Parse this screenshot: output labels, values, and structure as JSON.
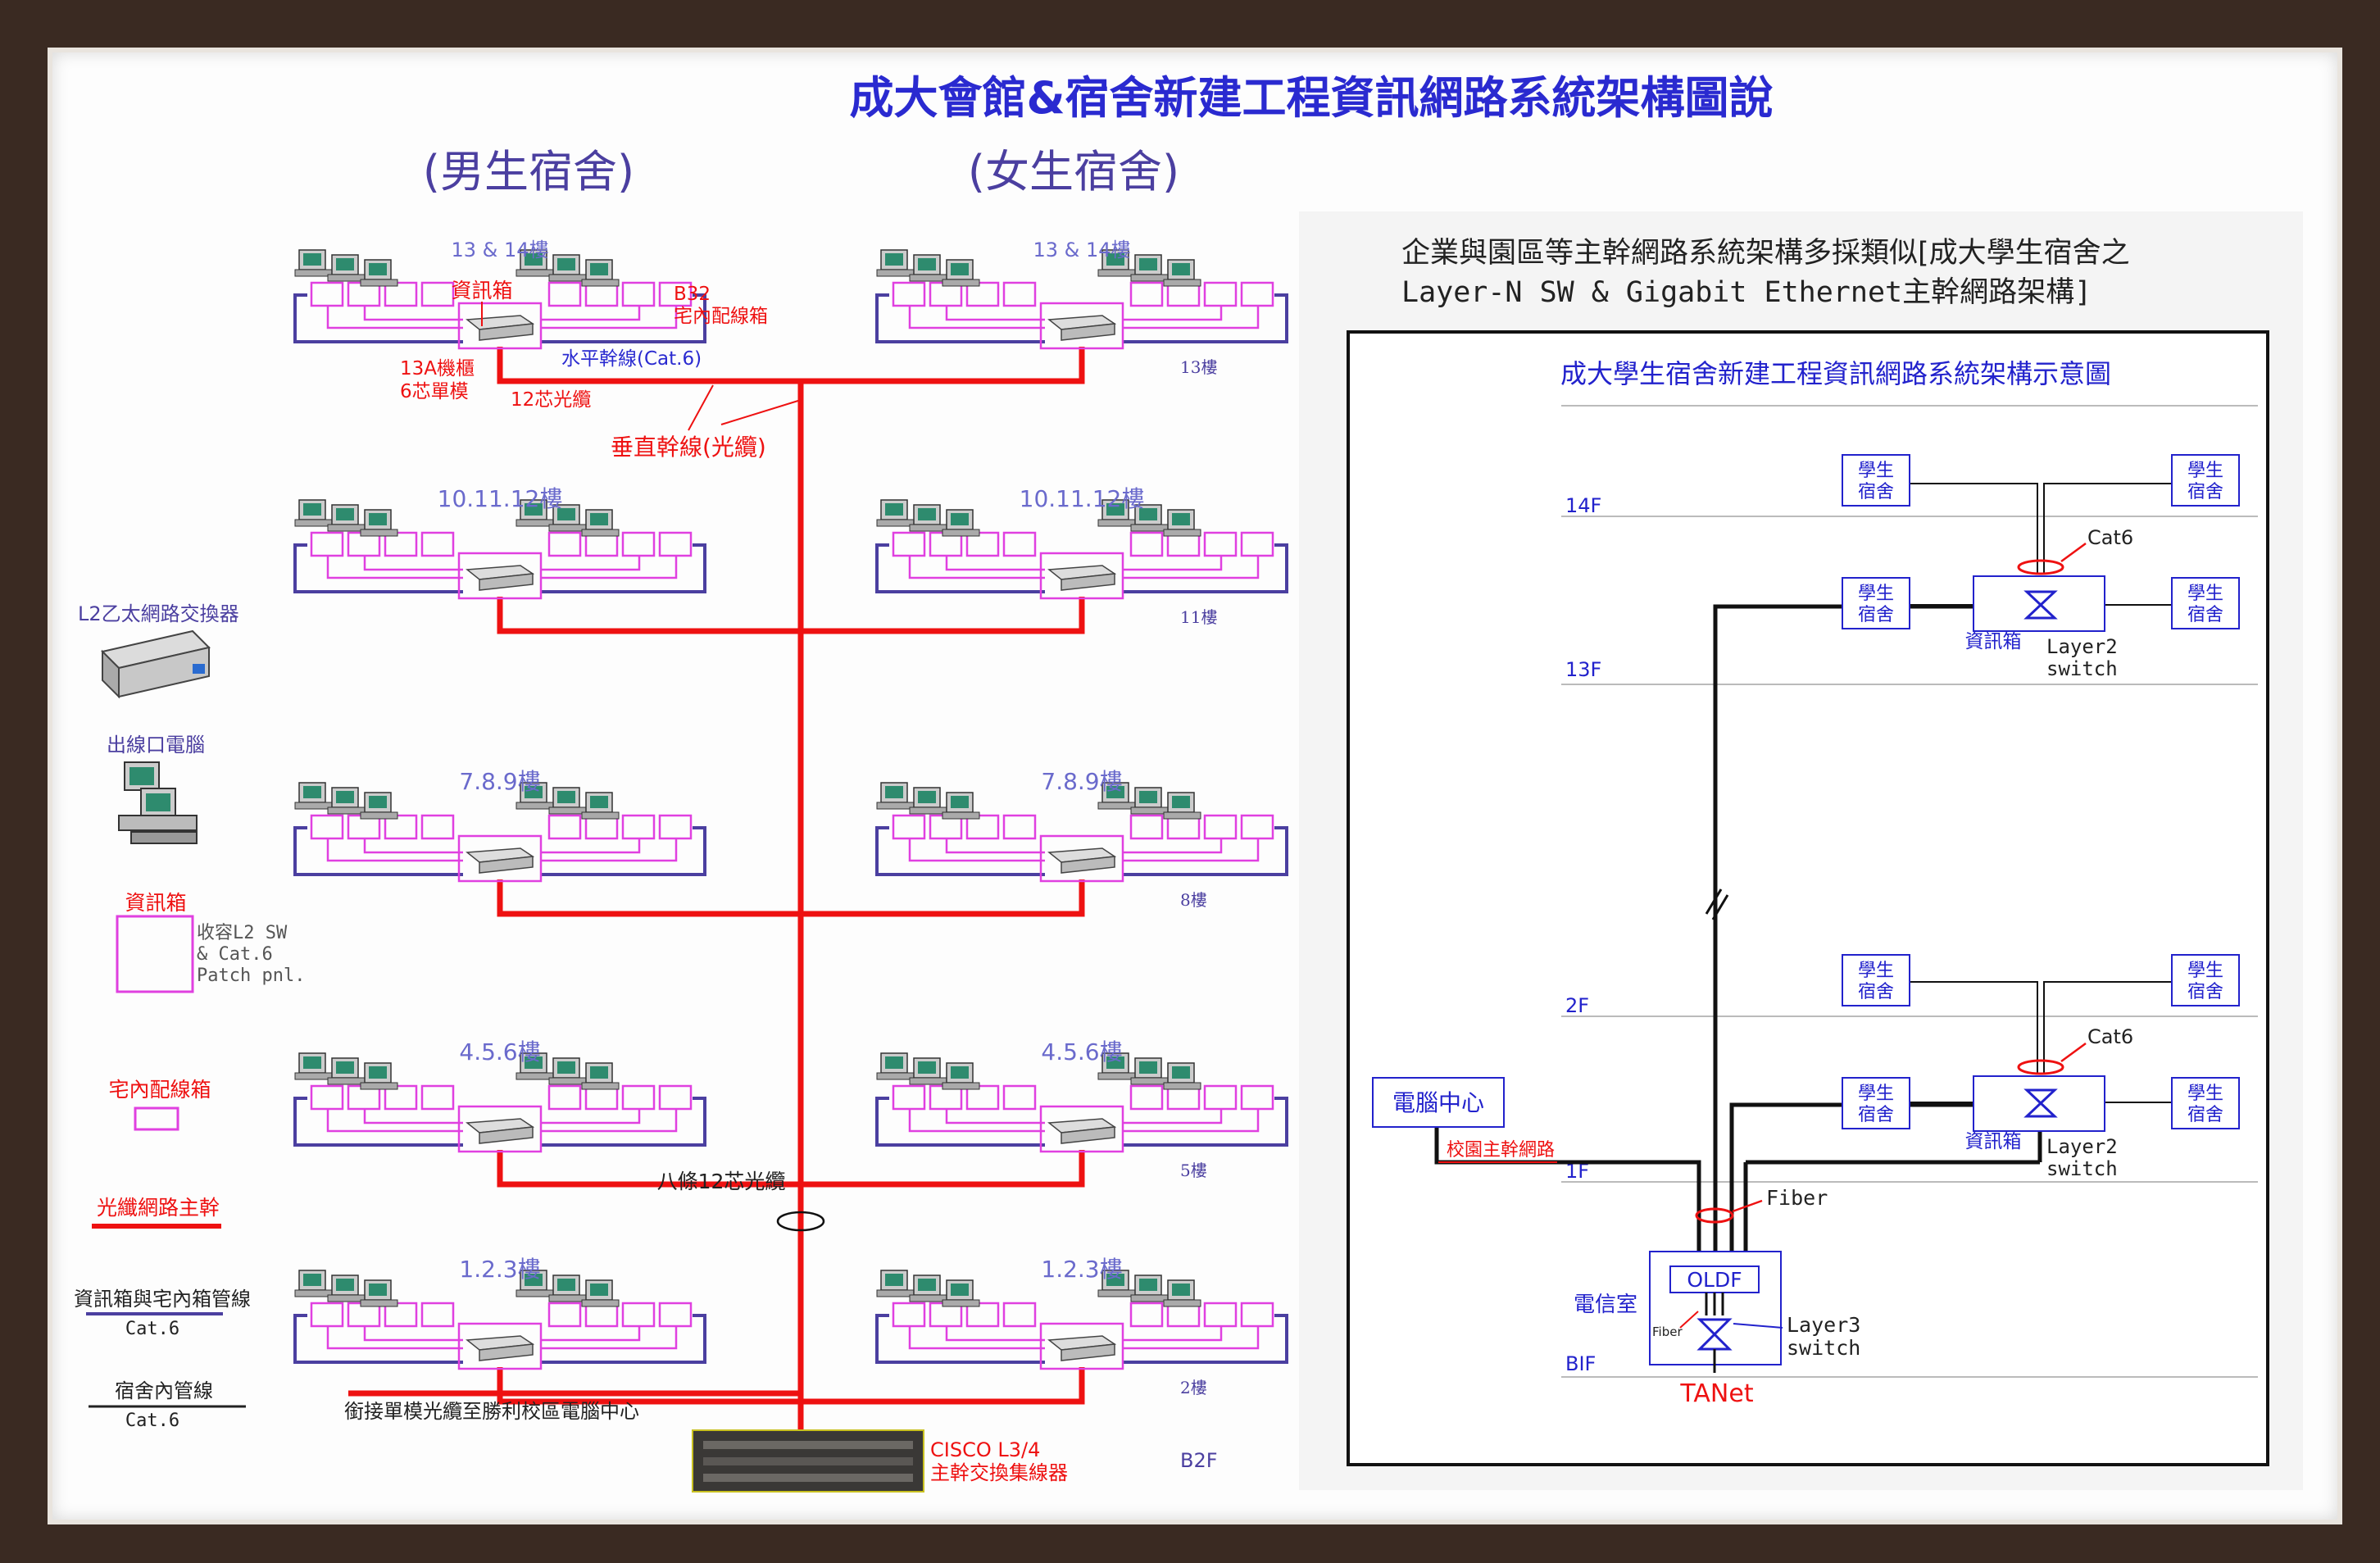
{
  "title": "成大會館&宿舍新建工程資訊網路系統架構圖說",
  "left": {
    "male_header": "(男生宿舍)",
    "female_header": "(女生宿舍)",
    "rows": [
      {
        "floors_label": "13 & 14樓",
        "floor_tag": "13樓"
      },
      {
        "floors_label": "10.11.12樓",
        "floor_tag": "11樓"
      },
      {
        "floors_label": "7.8.9樓",
        "floor_tag": "8樓"
      },
      {
        "floors_label": "4.5.6樓",
        "floor_tag": "5樓"
      },
      {
        "floors_label": "1.2.3樓",
        "floor_tag": "2樓"
      }
    ],
    "annotations": {
      "info_box": "資訊箱",
      "b32": "B32",
      "home_panel": "宅內配線箱",
      "horizontal": "水平幹線(Cat.6)",
      "rack_13a": "13A機櫃",
      "six_core": "6芯單模",
      "fiber_12": "12芯光纜",
      "vertical": "垂直幹線(光纜)",
      "eight_fibers": "八條12芯光纜",
      "singlemode_link": "銜接單模光纜至勝利校區電腦中心",
      "cisco_line1": "CISCO L3/4",
      "cisco_line2": "主幹交換集線器",
      "b2f": "B2F"
    },
    "legend": {
      "l2_switch": "L2乙太網路交換器",
      "outlet_pc": "出線口電腦",
      "info_box_title": "資訊箱",
      "info_box_desc": [
        "收容L2 SW",
        "& Cat.6",
        "Patch pnl."
      ],
      "home_panel": "宅內配線箱",
      "fiber_main": "光纖網路主幹",
      "cat6_box_title": "資訊箱與宅內箱管線",
      "cat6_box_sub": "Cat.6",
      "dorm_pipe_title": "宿舍內管線",
      "dorm_pipe_sub": "Cat.6"
    }
  },
  "right": {
    "caption_line1": "企業與園區等主幹網路系統架構多採類似[成大學生宿舍之",
    "caption_line2": "Layer-N SW & Gigabit Ethernet主幹網路架構]",
    "diagram_title": "成大學生宿舍新建工程資訊網路系統架構示意圖",
    "floors": [
      "14F",
      "13F",
      "2F",
      "1F",
      "BIF"
    ],
    "dorm_label_1": "學生",
    "dorm_label_2": "宿舍",
    "cat6": "Cat6",
    "info_box": "資訊箱",
    "layer2_line1": "Layer2",
    "layer2_line2": "switch",
    "computer_center": "電腦中心",
    "campus_backbone": "校園主幹網路",
    "fiber": "Fiber",
    "fiber_small": "Fiber",
    "oldf": "OLDF",
    "telecom_room": "電信室",
    "layer3_line1": "Layer3",
    "layer3_line2": "switch",
    "tanet": "TANet"
  },
  "colors": {
    "title": "#2a2ad0",
    "fiber_red": "#ee1111",
    "magenta": "#e040e0",
    "cat6_blue": "#4b3fa0",
    "diagram_blue": "#2222cc"
  }
}
